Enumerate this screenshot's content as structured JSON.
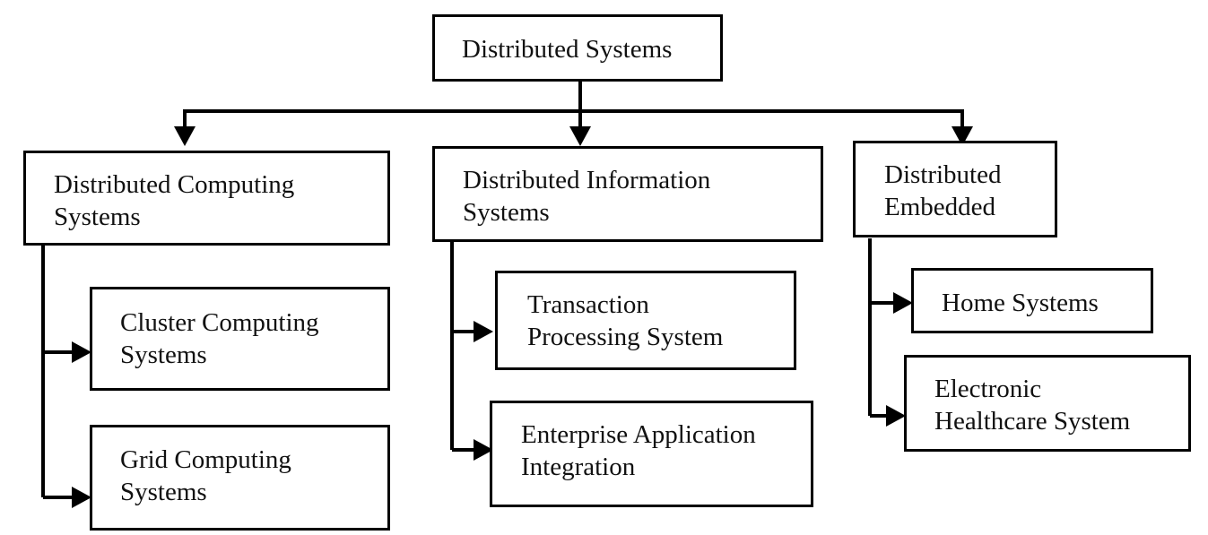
{
  "diagram": {
    "root": {
      "lines": [
        "Distributed Systems"
      ]
    },
    "categories": [
      {
        "lines": [
          "Distributed Computing",
          "Systems"
        ],
        "children": [
          {
            "lines": [
              "Cluster Computing",
              "Systems"
            ]
          },
          {
            "lines": [
              "Grid Computing",
              "Systems"
            ]
          }
        ]
      },
      {
        "lines": [
          "Distributed Information",
          "Systems"
        ],
        "children": [
          {
            "lines": [
              "Transaction",
              "Processing System"
            ]
          },
          {
            "lines": [
              "Enterprise Application",
              "Integration"
            ]
          }
        ]
      },
      {
        "lines": [
          "Distributed",
          "Embedded"
        ],
        "children": [
          {
            "lines": [
              "Home Systems"
            ]
          },
          {
            "lines": [
              "Electronic",
              "Healthcare System"
            ]
          }
        ]
      }
    ]
  }
}
